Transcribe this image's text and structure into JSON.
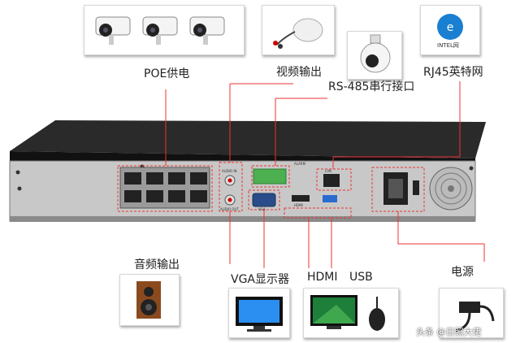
{
  "labels": {
    "poe": "POE供电",
    "video_out": "视频输出",
    "rs485": "RS-485串行接口",
    "rj45": "RJ45英特网",
    "audio_out": "音频输出",
    "vga": "VGA显示器",
    "hdmi": "HDMI",
    "usb": "USB",
    "power": "电源"
  },
  "panel_text": {
    "audio_in": "AUDIO IN",
    "audio_out": "AUDIO OUT",
    "alarm": "ALARM",
    "vga": "VGA",
    "hdmi": "HDMI",
    "lan": "LAN",
    "intel": "INTEL网"
  },
  "watermark": "头条 @日照大佬"
}
